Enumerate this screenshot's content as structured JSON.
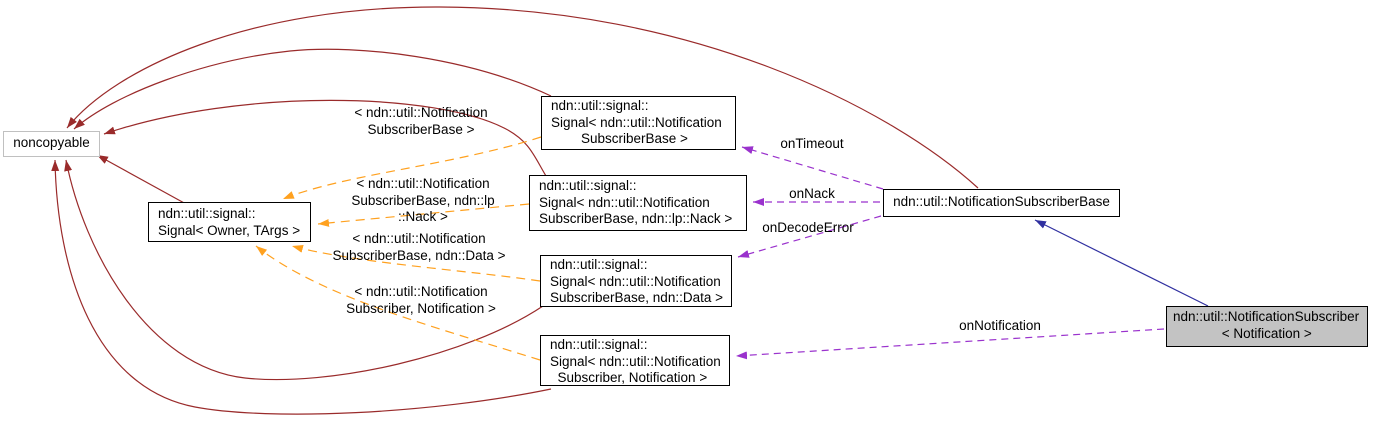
{
  "diagram": {
    "title": "ndn::util::NotificationSubscriber collaboration graph",
    "nodes": {
      "noncopyable": {
        "label": "noncopyable"
      },
      "signal_template": {
        "label": "ndn::util::signal::\nSignal< Owner, TArgs >"
      },
      "signal_subscriber_base": {
        "label": "ndn::util::signal::\nSignal< ndn::util::Notification\n        SubscriberBase >"
      },
      "signal_subscriber_base_nack": {
        "label": "ndn::util::signal::\nSignal< ndn::util::Notification\nSubscriberBase, ndn::lp::Nack >"
      },
      "signal_subscriber_base_data": {
        "label": "ndn::util::signal::\nSignal< ndn::util::Notification\nSubscriberBase, ndn::Data >"
      },
      "signal_subscriber_notification": {
        "label": "ndn::util::signal::\nSignal< ndn::util::Notification\n  Subscriber, Notification >"
      },
      "notification_subscriber_base": {
        "label": "ndn::util::NotificationSubscriberBase"
      },
      "notification_subscriber": {
        "label": "ndn::util::NotificationSubscriber\n             < Notification >"
      }
    },
    "edge_labels": {
      "tmpl_subscriber_base": "< ndn::util::Notification\nSubscriberBase >",
      "tmpl_subscriber_base_nack": "< ndn::util::Notification\nSubscriberBase, ndn::lp\n::Nack >",
      "tmpl_subscriber_base_data": "< ndn::util::Notification\nSubscriberBase, ndn::Data >",
      "tmpl_subscriber_notification": "< ndn::util::Notification\nSubscriber, Notification >",
      "on_timeout": "onTimeout",
      "on_nack": "onNack",
      "on_decode_error": "onDecodeError",
      "on_notification": "onNotification"
    },
    "colors": {
      "private_inheritance": "#9a2b2b",
      "public_inheritance": "#3030a0",
      "usage": "#9a32cd",
      "template_instantiation": "#ffa11f",
      "highlight_fill": "#c3c3c3",
      "node_border": "#000000",
      "external_node_border": "#c0c0c0"
    }
  }
}
